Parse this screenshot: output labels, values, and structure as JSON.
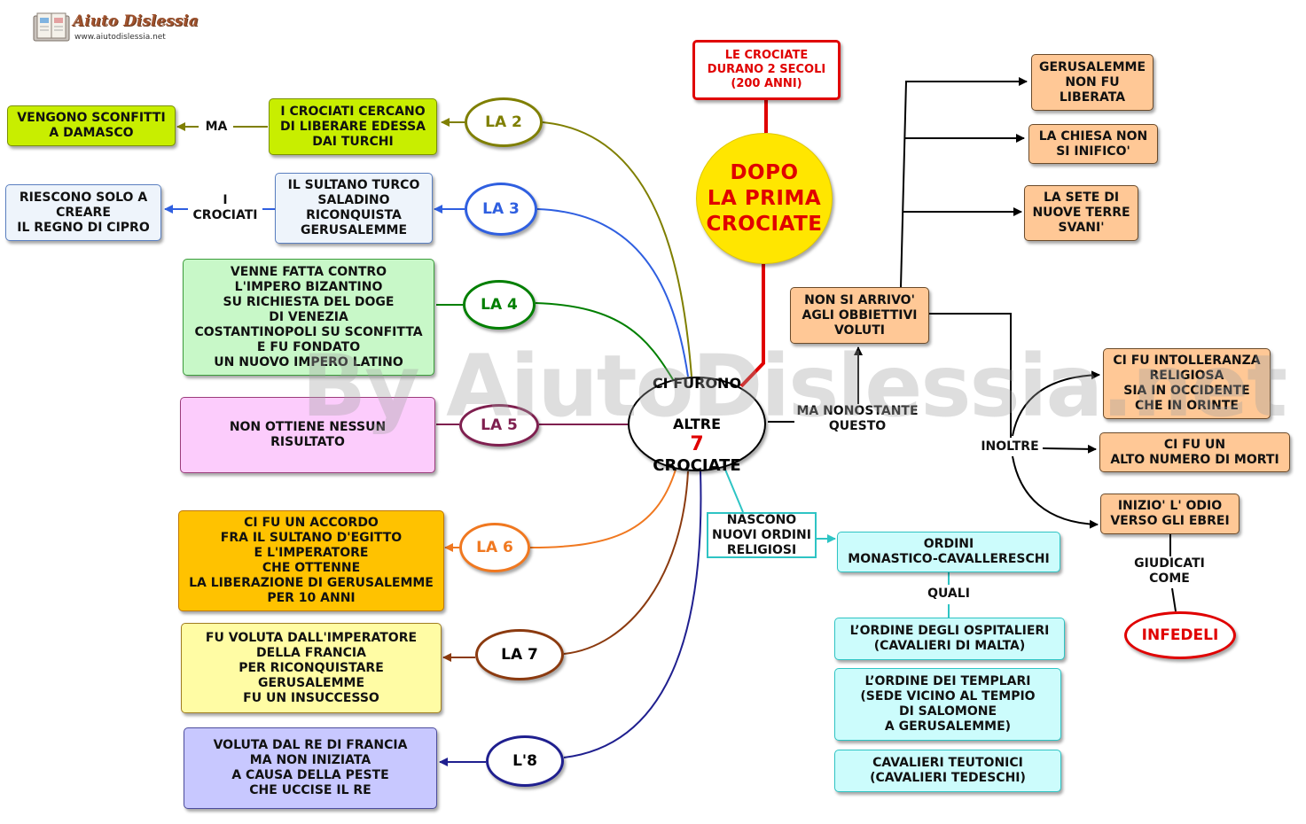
{
  "logo": {
    "title": "Aiuto Dislessia",
    "url": "www.aiutodislessia.net"
  },
  "watermark": "By AiutoDislessia.net",
  "central": {
    "line1": "CI FURONO",
    "line2": "ALTRE",
    "number": "7",
    "line3": "CROCIATE"
  },
  "title": {
    "text": "DOPO\nLA PRIMA\nCROCIATE",
    "note": "LE CROCIATE\nDURANO 2 SECOLI\n(200 ANNI)"
  },
  "crusades": [
    {
      "label": "LA 2",
      "color": "#7f7f00",
      "text": "I CROCIATI CERCANO\nDI LIBERARE EDESSA\nDAI TURCHI",
      "link": "MA",
      "result": "VENGONO SCONFITTI\nA DAMASCO"
    },
    {
      "label": "LA 3",
      "color": "#2f5fe0",
      "text": "IL SULTANO TURCO\nSALADINO\nRICONQUISTA\nGERUSALEMME",
      "link": "I\nCROCIATI",
      "result": "RIESCONO SOLO A\nCREARE\nIL REGNO DI CIPRO"
    },
    {
      "label": "LA 4",
      "color": "#007f00",
      "text": "VENNE FATTA CONTRO\nL'IMPERO BIZANTINO\nSU RICHIESTA DEL DOGE\nDI VENEZIA\nCOSTANTINOPOLI SU SCONFITTA\nE FU FONDATO\nUN NUOVO IMPERO LATINO"
    },
    {
      "label": "LA 5",
      "color": "#7f1f4f",
      "text": "NON OTTIENE NESSUN\nRISULTATO"
    },
    {
      "label": "LA 6",
      "color": "#f07820",
      "text": "CI FU UN ACCORDO\nFRA IL SULTANO D'EGITTO\nE L'IMPERATORE\nCHE OTTENNE\nLA LIBERAZIONE DI GERUSALEMME\nPER 10 ANNI"
    },
    {
      "label": "LA 7",
      "color": "#8b3a0f",
      "text": "FU VOLUTA DALL'IMPERATORE\nDELLA FRANCIA\nPER RICONQUISTARE\nGERUSALEMME\nFU UN INSUCCESSO"
    },
    {
      "label": "L'8",
      "color": "#1f1f8f",
      "text": "VOLUTA DAL RE DI FRANCIA\nMA NON INIZIATA\nA CAUSA DELLA PESTE\nCHE UCCISE IL RE"
    }
  ],
  "outcome": {
    "link": "MA NONOSTANTE\nQUESTO",
    "text": "NON SI ARRIVO'\nAGLI OBBIETTIVI\nVOLUTI",
    "reasons": [
      "GERUSALEMME\nNON FU\nLIBERATA",
      "LA CHIESA NON\nSI INIFICO'",
      "LA SETE DI\nNUOVE TERRE\nSVANI'"
    ],
    "also_label": "INOLTRE",
    "also": [
      "CI FU INTOLLERANZA\nRELIGIOSA\nSIA IN OCCIDENTE\nCHE IN ORINTE",
      "CI FU UN\nALTO NUMERO DI MORTI",
      "INIZIO' L' ODIO\nVERSO GLI EBREI"
    ],
    "judged_label": "GIUDICATI\nCOME",
    "judged": "INFEDELI"
  },
  "orders": {
    "label": "NASCONO\nNUOVI ORDINI\nRELIGIOSI",
    "type": "ORDINI\nMONASTICO-CAVALLERESCHI",
    "which": "QUALI",
    "items": [
      "L’ORDINE DEGLI OSPITALIERI\n(CAVALIERI DI MALTA)",
      "L’ORDINE DEI TEMPLARI\n(SEDE VICINO AL TEMPIO\nDI SALOMONE\nA GERUSALEMME)",
      "CAVALIERI TEUTONICI\n(CAVALIERI TEDESCHI)"
    ]
  }
}
